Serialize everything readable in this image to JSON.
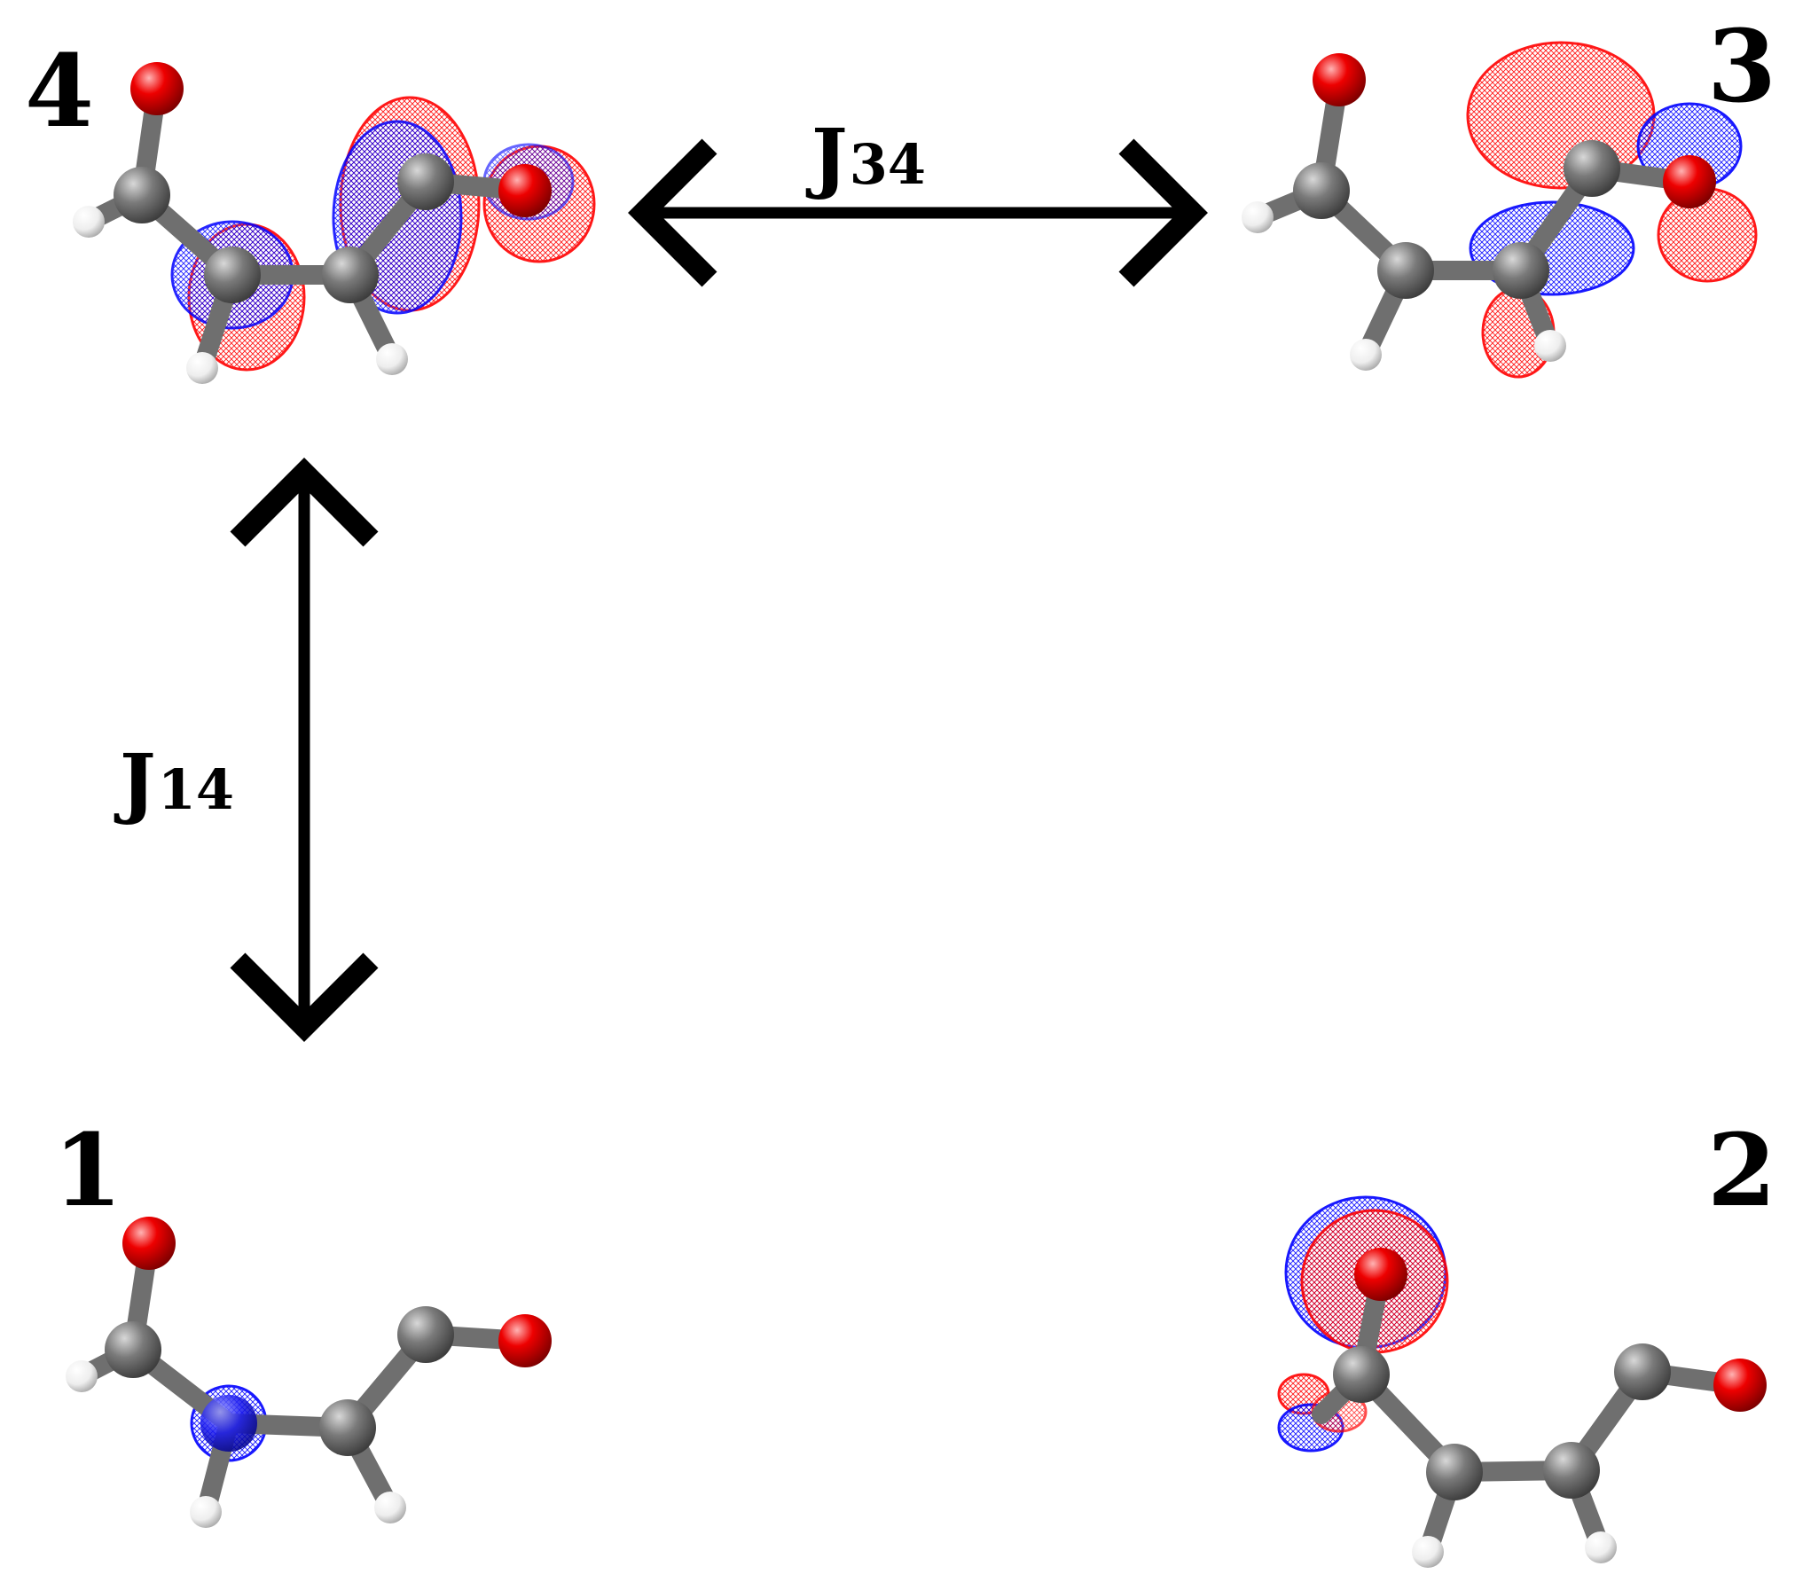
{
  "panels": {
    "p1": {
      "number": "1"
    },
    "p2": {
      "number": "2"
    },
    "p3": {
      "number": "3"
    },
    "p4": {
      "number": "4"
    }
  },
  "couplings": {
    "j34": {
      "symbol": "J",
      "subscript": "34"
    },
    "j14": {
      "symbol": "J",
      "subscript": "14"
    }
  },
  "colors": {
    "carbon": "#6f6f6f",
    "oxygen": "#e00000",
    "hydrogen": "#f2f2f2",
    "orbital_positive": "#ff0000",
    "orbital_negative": "#0000ff",
    "arrow": "#000000"
  }
}
